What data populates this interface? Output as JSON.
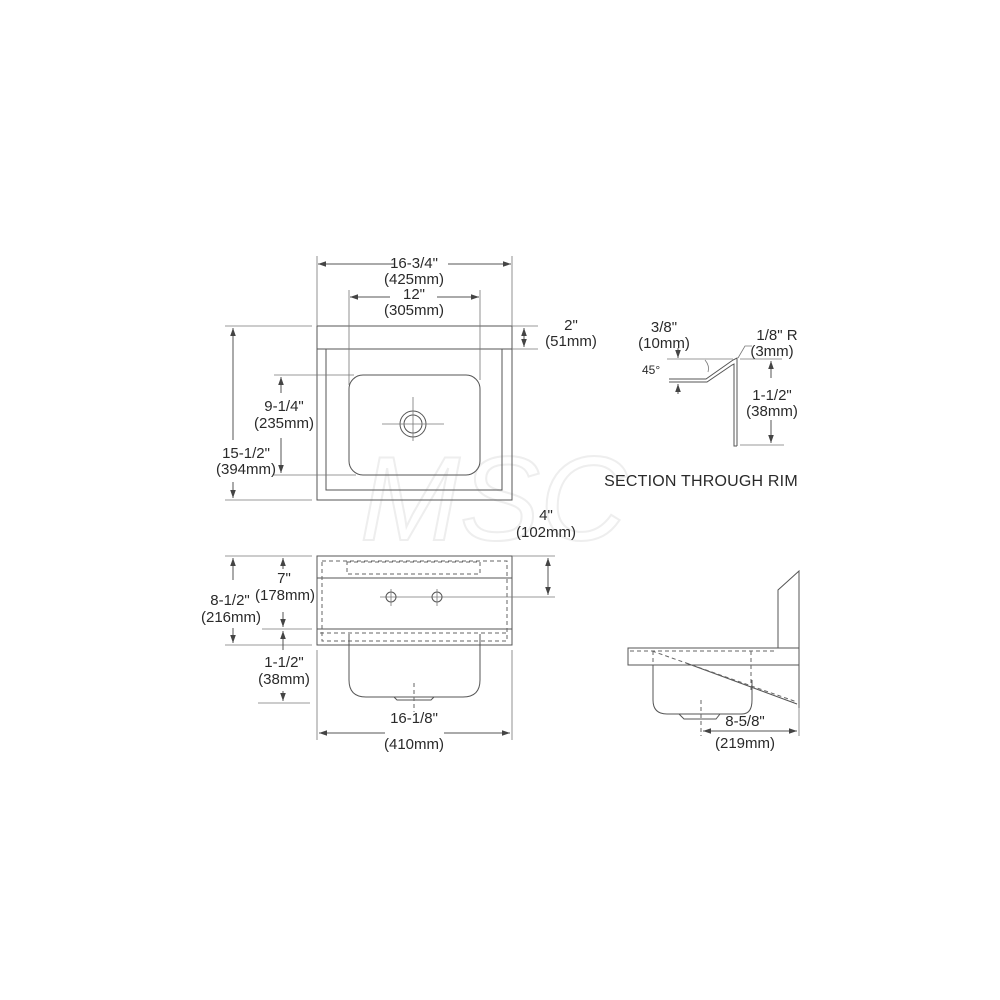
{
  "drawing": {
    "watermark": "MSC",
    "top_view": {
      "overall_width": {
        "imperial": "16-3/4\"",
        "metric": "(425mm)"
      },
      "bowl_width": {
        "imperial": "12\"",
        "metric": "(305mm)"
      },
      "backsplash_depth": {
        "imperial": "2\"",
        "metric": "(51mm)"
      },
      "bowl_depth": {
        "imperial": "9-1/4\"",
        "metric": "(235mm)"
      },
      "overall_depth": {
        "imperial": "15-1/2\"",
        "metric": "(394mm)"
      }
    },
    "section_through_rim": {
      "title": "SECTION THROUGH RIM",
      "flange": {
        "imperial": "3/8\"",
        "metric": "(10mm)"
      },
      "angle": "45°",
      "radius": {
        "imperial": "1/8\" R",
        "metric": "(3mm)"
      },
      "rim_height": {
        "imperial": "1-1/2\"",
        "metric": "(38mm)"
      }
    },
    "front_view": {
      "faucet_holes_height": {
        "imperial": "4\"",
        "metric": "(102mm)"
      },
      "backsplash_height": {
        "imperial": "7\"",
        "metric": "(178mm)"
      },
      "total_height": {
        "imperial": "8-1/2\"",
        "metric": "(216mm)"
      },
      "bowl_below_rim": {
        "imperial": "1-1/2\"",
        "metric": "(38mm)"
      },
      "overall_width": {
        "imperial": "16-1/8\"",
        "metric": "(410mm)"
      }
    },
    "side_view": {
      "drain_offset": {
        "imperial": "8-5/8\"",
        "metric": "(219mm)"
      }
    }
  }
}
